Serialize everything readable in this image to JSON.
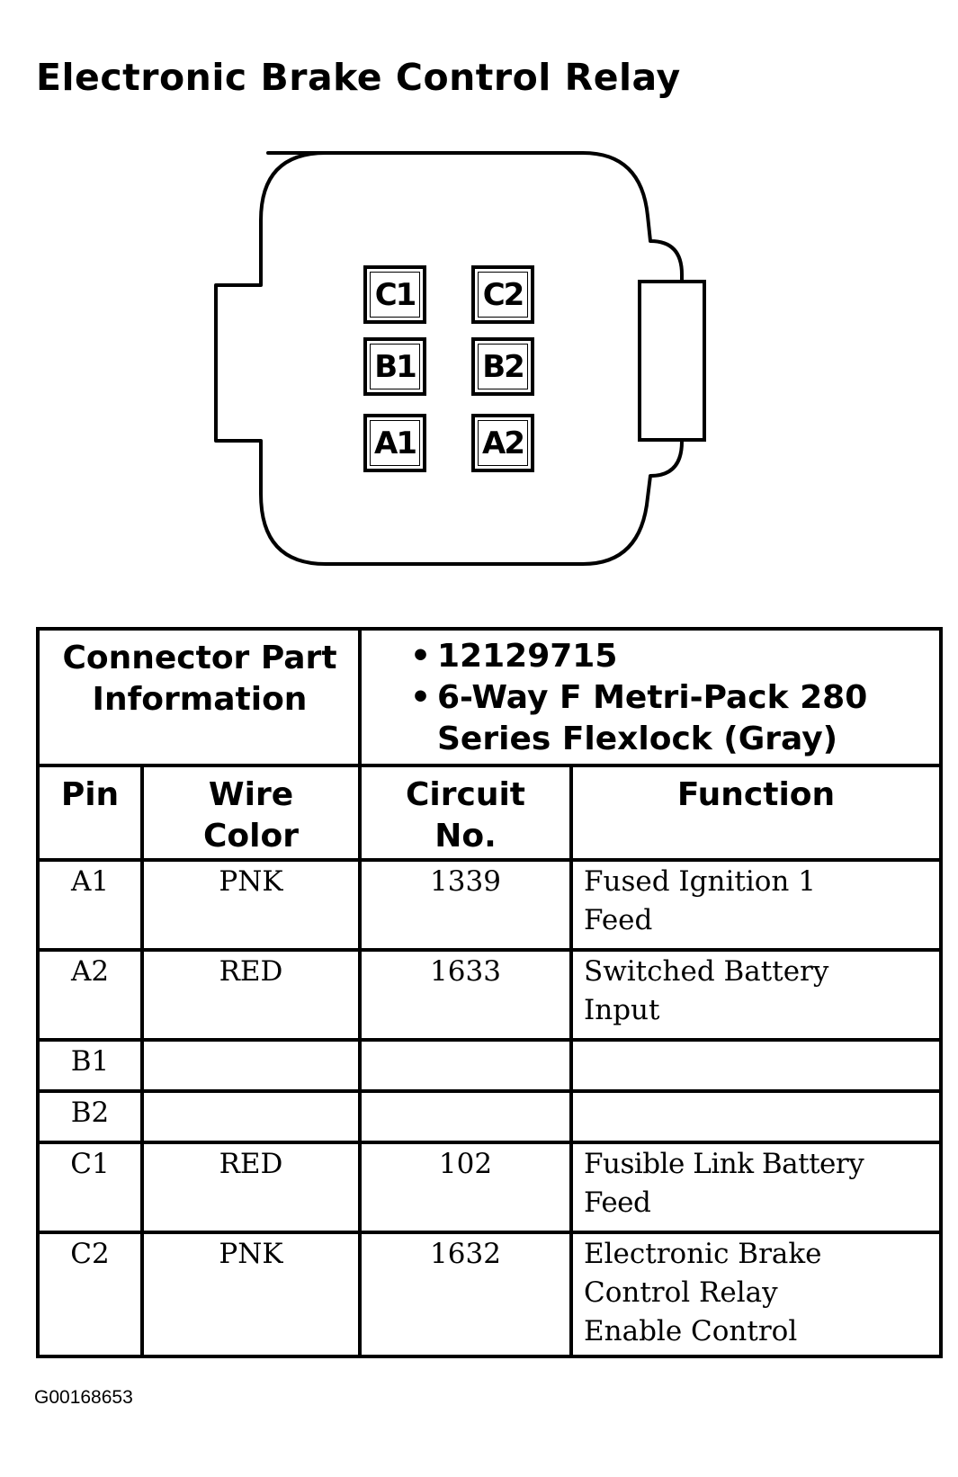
{
  "title": "Electronic Brake Control Relay",
  "connector": {
    "pins": [
      {
        "label": "C1"
      },
      {
        "label": "C2"
      },
      {
        "label": "B1"
      },
      {
        "label": "B2"
      },
      {
        "label": "A1"
      },
      {
        "label": "A2"
      }
    ]
  },
  "part_info": {
    "label": "Connector Part Information",
    "items": [
      "12129715",
      "6-Way F Metri-Pack 280 Series Flexlock (Gray)"
    ]
  },
  "table": {
    "headers": {
      "pin": "Pin",
      "wire_color": "Wire Color",
      "circuit": "Circuit No.",
      "function": "Function"
    },
    "rows": [
      {
        "pin": "A1",
        "color": "PNK",
        "circuit": "1339",
        "function": "Fused Ignition 1 Feed"
      },
      {
        "pin": "A2",
        "color": "RED",
        "circuit": "1633",
        "function": "Switched Battery Input"
      },
      {
        "pin": "B1",
        "color": "",
        "circuit": "",
        "function": ""
      },
      {
        "pin": "B2",
        "color": "",
        "circuit": "",
        "function": ""
      },
      {
        "pin": "C1",
        "color": "RED",
        "circuit": "102",
        "function": "Fusible Link Battery Feed"
      },
      {
        "pin": "C2",
        "color": "PNK",
        "circuit": "1632",
        "function": "Electronic Brake Control Relay Enable Control"
      }
    ]
  },
  "figure_code": "G00168653"
}
